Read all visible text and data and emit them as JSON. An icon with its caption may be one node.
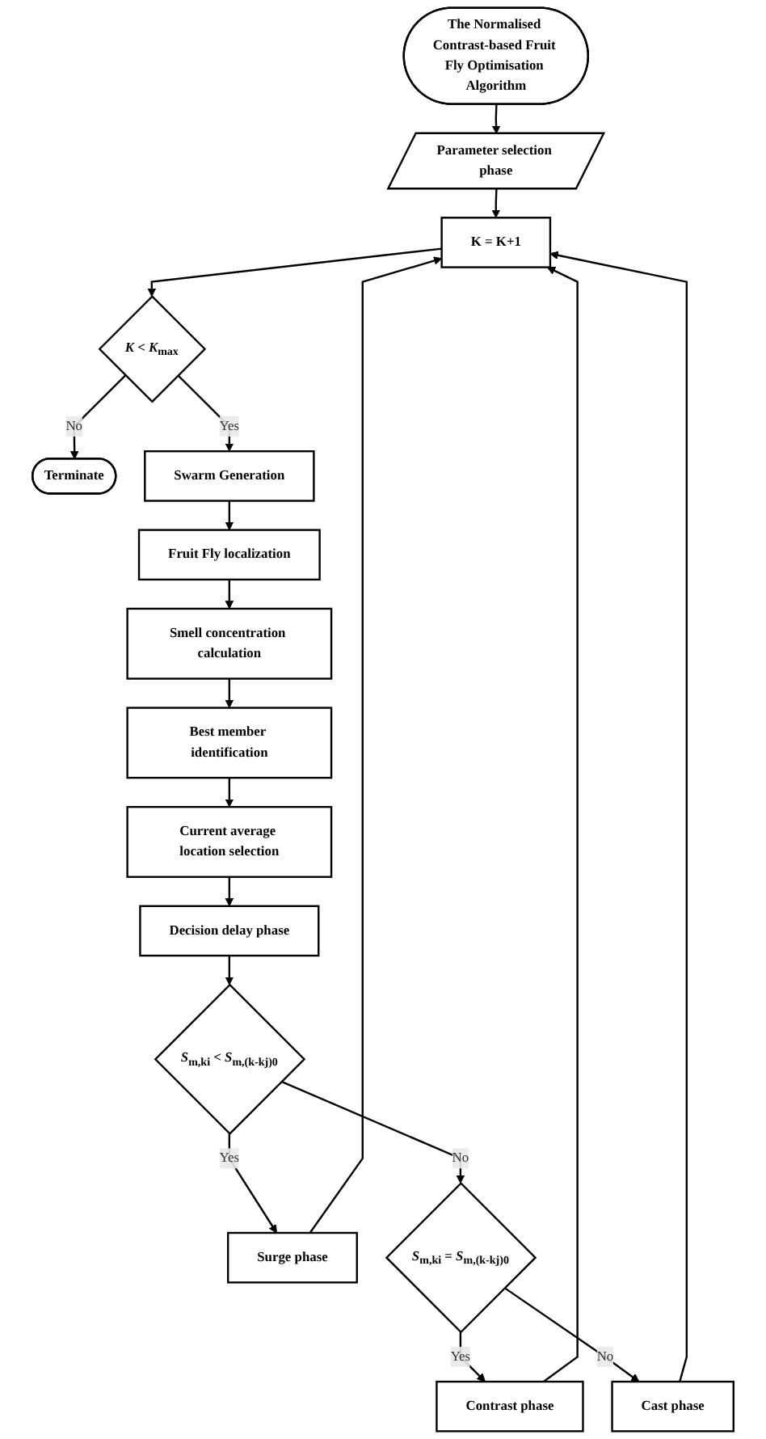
{
  "diagram": {
    "nodes": [
      {
        "text": [
          "The Normalised Contrast-based Fruit Fly Optimisation Algorithm"
        ]
      },
      {
        "text": [
          "Parameter selection phase"
        ]
      },
      {
        "text": [
          "K = K+1"
        ]
      },
      {
        "text": [
          "*K* < *K*$_{max}$"
        ]
      },
      {
        "text": [
          "Terminate"
        ]
      },
      {
        "text": [
          "Swarm Generation"
        ]
      },
      {
        "text": [
          "Fruit Fly localization"
        ]
      },
      {
        "text": [
          "Smell concentration calculation"
        ]
      },
      {
        "text": [
          "Best member identification"
        ]
      },
      {
        "text": [
          "Current average location selection"
        ]
      },
      {
        "text": [
          "Decision delay phase"
        ]
      },
      {
        "text": [
          "*S*$_{m,ki}$ < *S*$_{m,(k-kj)0}$"
        ]
      },
      {
        "text": [
          "Surge phase"
        ]
      },
      {
        "text": [
          "*S*$_{m,ki}$ = *S*$_{m,(k-kj)0}$"
        ]
      },
      {
        "text": [
          "Contrast phase"
        ]
      },
      {
        "text": [
          "Cast phase"
        ]
      }
    ],
    "edges": [
      {
        "from": 0,
        "to": 1,
        "arrow": "to"
      },
      {
        "from": 1,
        "to": 2,
        "arrow": "to"
      },
      {
        "from": 2,
        "to": 3,
        "arrow": "to"
      },
      {
        "from": 3,
        "to": 4,
        "arrow": "to",
        "label": "No"
      },
      {
        "from": 3,
        "to": 5,
        "arrow": "to",
        "label": "Yes"
      },
      {
        "from": 5,
        "to": 6,
        "arrow": "to"
      },
      {
        "from": 6,
        "to": 7,
        "arrow": "to"
      },
      {
        "from": 7,
        "to": 8,
        "arrow": "to"
      },
      {
        "from": 8,
        "to": 9,
        "arrow": "to"
      },
      {
        "from": 9,
        "to": 10,
        "arrow": "to"
      },
      {
        "from": 10,
        "to": 11,
        "arrow": "to"
      },
      {
        "from": 11,
        "to": 12,
        "arrow": "to",
        "label": "Yes"
      },
      {
        "from": 11,
        "to": 13,
        "arrow": "to",
        "label": "No"
      },
      {
        "from": 13,
        "to": 14,
        "arrow": "to",
        "label": "Yes"
      },
      {
        "from": 13,
        "to": 15,
        "arrow": "to",
        "label": "No"
      },
      {
        "from": 12,
        "to": 2,
        "arrow": "to"
      },
      {
        "from": 14,
        "to": 2,
        "arrow": "to"
      },
      {
        "from": 15,
        "to": 2,
        "arrow": "to"
      }
    ]
  }
}
